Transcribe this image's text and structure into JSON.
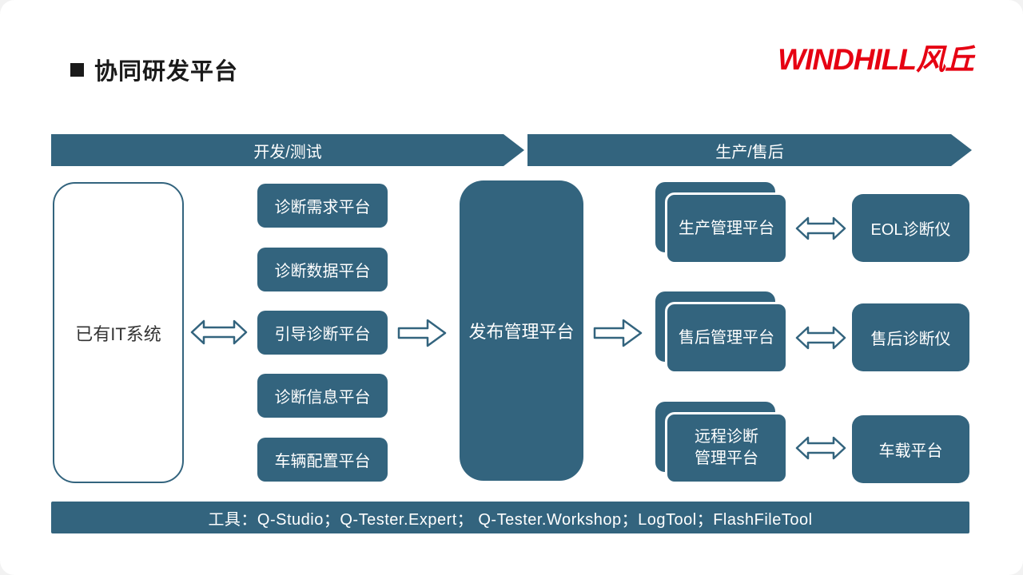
{
  "header": {
    "title": "协同研发平台",
    "logo": "WINDHILL风丘"
  },
  "banners": {
    "dev_test": "开发/测试",
    "prod_service": "生产/售后"
  },
  "left_column": {
    "existing_it": "已有IT系统"
  },
  "middle_boxes": [
    "诊断需求平台",
    "诊断数据平台",
    "引导诊断平台",
    "诊断信息平台",
    "车辆配置平台"
  ],
  "center": {
    "release": "发布管理平台"
  },
  "right_groups": [
    {
      "stack": "生产管理平台",
      "target": "EOL诊断仪"
    },
    {
      "stack": "售后管理平台",
      "target": "售后诊断仪"
    },
    {
      "stack": "远程诊断\n管理平台",
      "target": "车载平台"
    }
  ],
  "footer": {
    "tools": "工具：Q-Studio；Q-Tester.Expert； Q-Tester.Workshop；LogTool；FlashFileTool"
  },
  "icons": {
    "double_arrow": "double-headed-arrow",
    "right_arrow": "right-arrow"
  },
  "colors": {
    "box_blue": "#33647e",
    "logo_red": "#e60012"
  }
}
